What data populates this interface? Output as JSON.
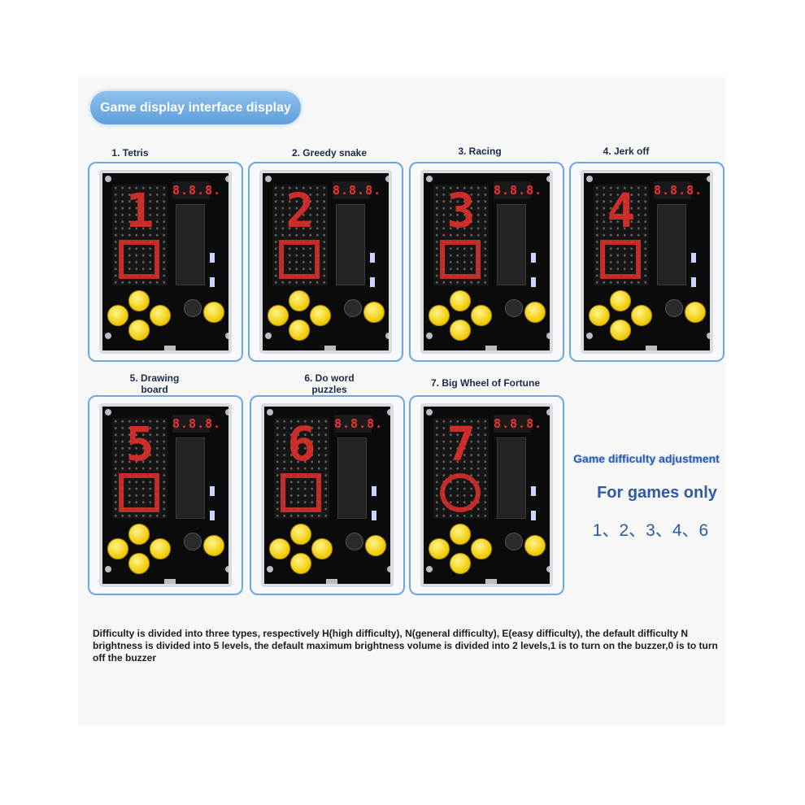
{
  "header": {
    "title": "Game display interface display"
  },
  "games": [
    {
      "label": "1. Tetris",
      "digit": "1"
    },
    {
      "label": "2. Greedy snake",
      "digit": "2"
    },
    {
      "label": "3. Racing",
      "digit": "3"
    },
    {
      "label": "4. Jerk off",
      "digit": "4"
    },
    {
      "label": "5. Drawing board",
      "digit": "5"
    },
    {
      "label": "6. Do word puzzles",
      "digit": "6"
    },
    {
      "label": "7. Big Wheel of Fortune",
      "digit": "7"
    }
  ],
  "side": {
    "difficulty_title": "Game difficulty adjustment",
    "for_games": "For games only",
    "game_numbers": "1、2、3、4、6"
  },
  "footer": {
    "note": "Difficulty is divided into three types, respectively H(high difficulty), N(general difficulty), E(easy difficulty), the default difficulty N brightness is divided into 5 levels, the default maximum brightness volume is divided into 2 levels,1 is to turn on the buzzer,0 is to turn off the buzzer"
  },
  "display": {
    "seven_segment": "8.8.8."
  },
  "colors": {
    "accent": "#6da6e4",
    "led": "#e0302c",
    "button": "#f2cf12",
    "text_blue": "#2e5aa8"
  }
}
